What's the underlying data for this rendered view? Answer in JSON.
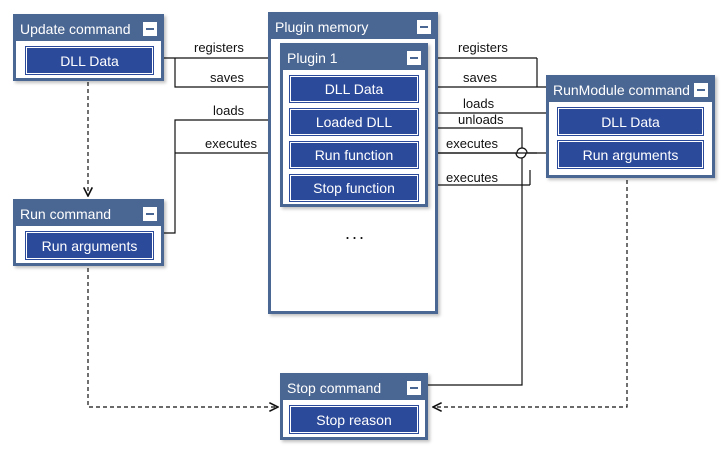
{
  "update_command": {
    "title": "Update command",
    "fields": [
      "DLL Data"
    ]
  },
  "run_command": {
    "title": "Run command",
    "fields": [
      "Run arguments"
    ]
  },
  "plugin_memory": {
    "title": "Plugin memory",
    "ellipsis": "..."
  },
  "plugin_1": {
    "title": "Plugin 1",
    "fields": [
      "DLL Data",
      "Loaded DLL",
      "Run function",
      "Stop function"
    ]
  },
  "runmodule_command": {
    "title": "RunModule command",
    "fields": [
      "DLL Data",
      "Run arguments"
    ]
  },
  "stop_command": {
    "title": "Stop command",
    "fields": [
      "Stop reason"
    ]
  },
  "edges": {
    "left_registers": "registers",
    "left_saves": "saves",
    "left_loads": "loads",
    "left_executes": "executes",
    "right_registers": "registers",
    "right_saves": "saves",
    "right_loads": "loads",
    "right_unloads": "unloads",
    "right_executes_run": "executes",
    "right_executes_stop": "executes"
  },
  "colors": {
    "header": "#4a6692",
    "field": "#2c4a9a",
    "line": "#111111"
  }
}
